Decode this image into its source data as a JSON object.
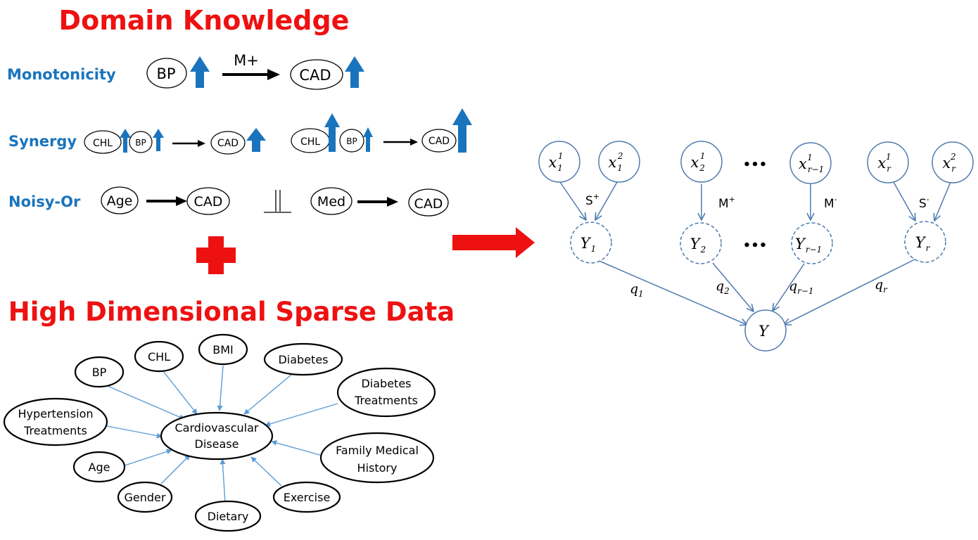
{
  "domain_knowledge": {
    "title": "Domain Knowledge",
    "monotonicity": {
      "label": "Monotonicity",
      "cause": "BP",
      "relation": "M+",
      "effect": "CAD"
    },
    "synergy": {
      "label": "Synergy",
      "a": "CHL",
      "b": "BP",
      "effect": "CAD"
    },
    "noisy_or": {
      "label": "Noisy-Or",
      "cause1": "Age",
      "effect1": "CAD",
      "cause2": "Med",
      "effect2": "CAD"
    }
  },
  "sparse_data": {
    "title": "High Dimensional Sparse Data",
    "center": [
      "Cardiovascular",
      "Disease"
    ],
    "nodes": {
      "bp": [
        "BP"
      ],
      "chl": [
        "CHL"
      ],
      "bmi": [
        "BMI"
      ],
      "diabetes": [
        "Diabetes"
      ],
      "diabetes_treatments": [
        "Diabetes",
        "Treatments"
      ],
      "hypertension_treatments": [
        "Hypertension",
        "Treatments"
      ],
      "family_history": [
        "Family Medical",
        "History"
      ],
      "age": [
        "Age"
      ],
      "gender": [
        "Gender"
      ],
      "dietary": [
        "Dietary"
      ],
      "exercise": [
        "Exercise"
      ]
    }
  },
  "model": {
    "inputs": {
      "x11": {
        "base": "x",
        "sub": "1",
        "sup": "1"
      },
      "x12": {
        "base": "x",
        "sub": "1",
        "sup": "2"
      },
      "x21": {
        "base": "x",
        "sub": "2",
        "sup": "1"
      },
      "xr1_1": {
        "base": "x",
        "sub": "r−1",
        "sup": "1"
      },
      "xr1": {
        "base": "x",
        "sub": "r",
        "sup": "1"
      },
      "xr2": {
        "base": "x",
        "sub": "r",
        "sup": "2"
      }
    },
    "latents": {
      "y1": {
        "base": "Y",
        "sub": "1"
      },
      "y2": {
        "base": "Y",
        "sub": "2"
      },
      "yr1": {
        "base": "Y",
        "sub": "r−1"
      },
      "yr": {
        "base": "Y",
        "sub": "r"
      }
    },
    "ellipsis": "•••",
    "relations": {
      "s_plus": {
        "base": "S",
        "sup": "+"
      },
      "m_plus": {
        "base": "M",
        "sup": "+"
      },
      "m_minus": {
        "base": "M",
        "sup": "-"
      },
      "s_minus": {
        "base": "S",
        "sup": "-"
      }
    },
    "weights": {
      "q1": {
        "base": "q",
        "sub": "1"
      },
      "q2": {
        "base": "q",
        "sub": "2"
      },
      "qr1": {
        "base": "q",
        "sub": "r−1"
      },
      "qr": {
        "base": "q",
        "sub": "r"
      }
    },
    "output": "Y"
  },
  "colors": {
    "title": "#ee1111",
    "label": "#1a74bd",
    "up_arrow": "#1a74bd",
    "edge": "#5b9bd5",
    "model_node": "#4f7bb0",
    "big_arrow": "#ee1111"
  }
}
